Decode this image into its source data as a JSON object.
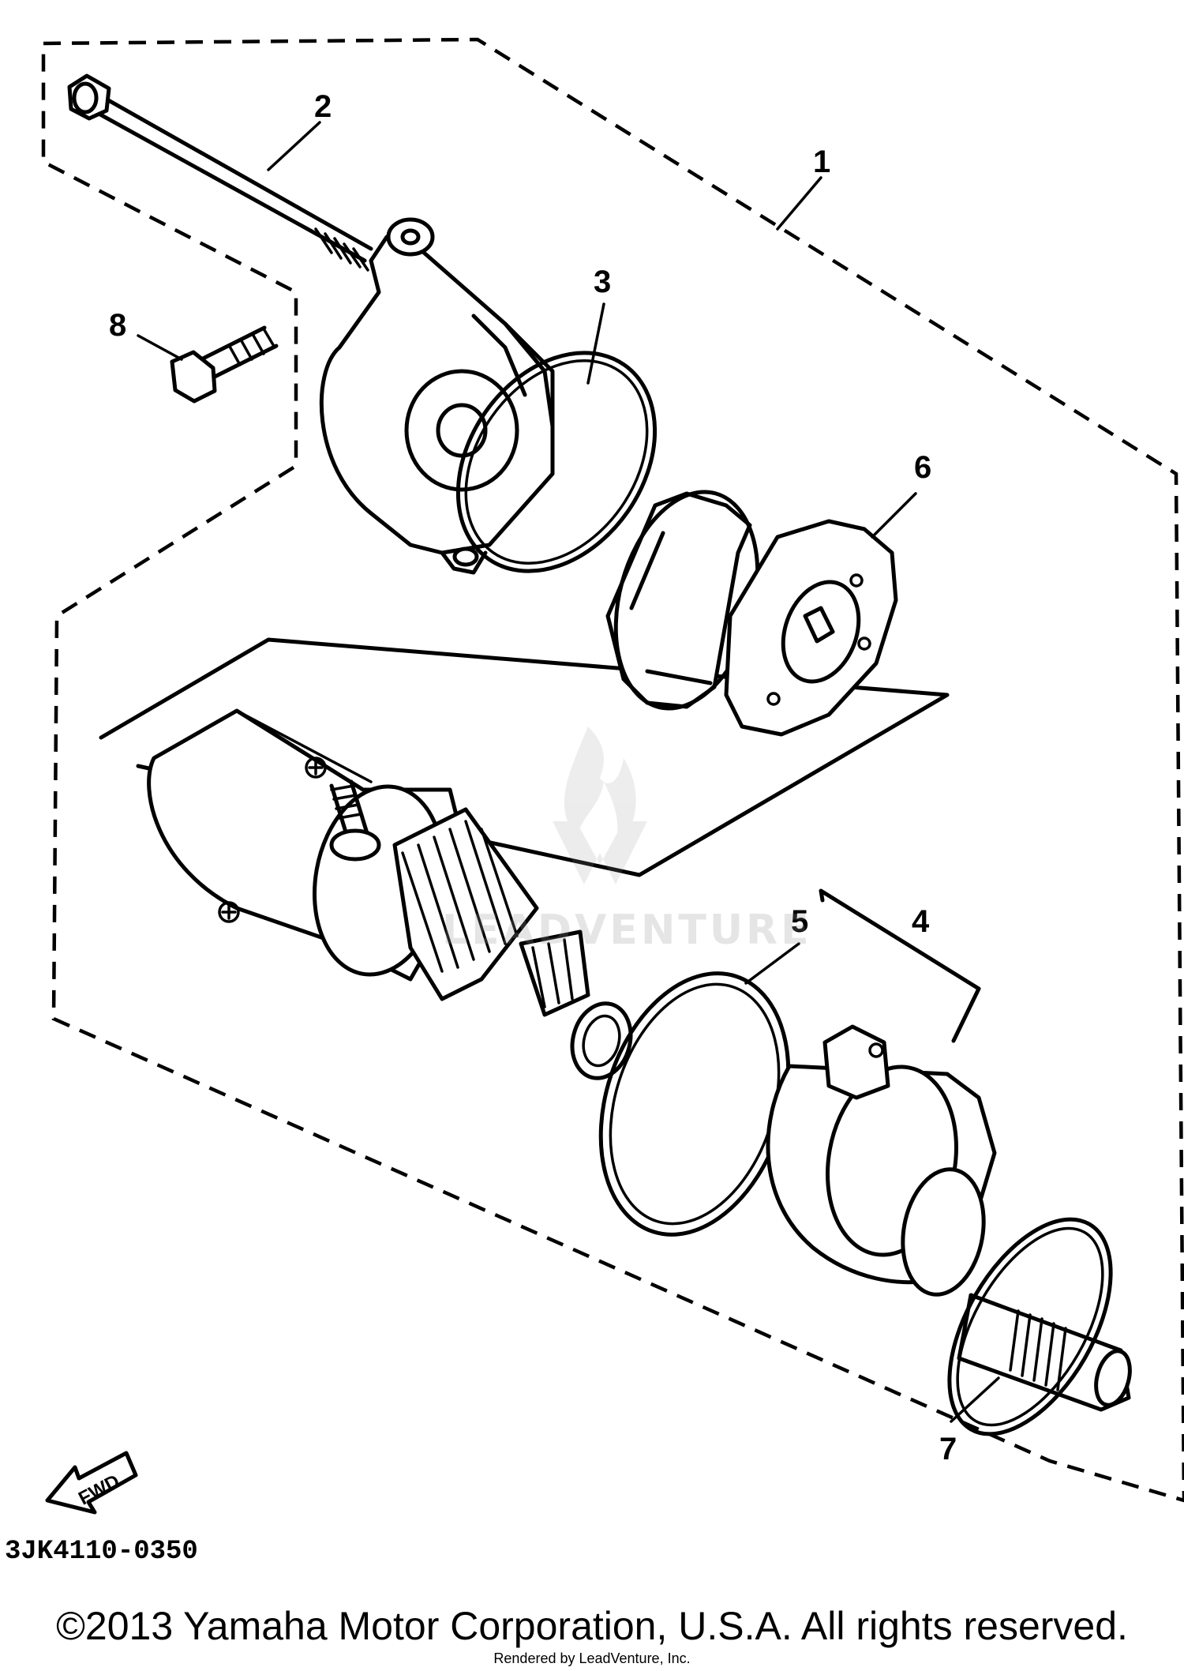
{
  "diagram": {
    "code": "3JK4110-0350",
    "fwd_label": "FWD",
    "callouts": [
      {
        "id": "1",
        "label": "1"
      },
      {
        "id": "2",
        "label": "2"
      },
      {
        "id": "3",
        "label": "3"
      },
      {
        "id": "4",
        "label": "4"
      },
      {
        "id": "5",
        "label": "5"
      },
      {
        "id": "6",
        "label": "6"
      },
      {
        "id": "7",
        "label": "7"
      },
      {
        "id": "8",
        "label": "8"
      }
    ]
  },
  "footer": {
    "copyright": "©2013 Yamaha Motor Corporation, U.S.A. All rights reserved.",
    "rendered_by": "Rendered by LeadVenture, Inc."
  },
  "watermark": {
    "text": "LEADVENTURE"
  }
}
